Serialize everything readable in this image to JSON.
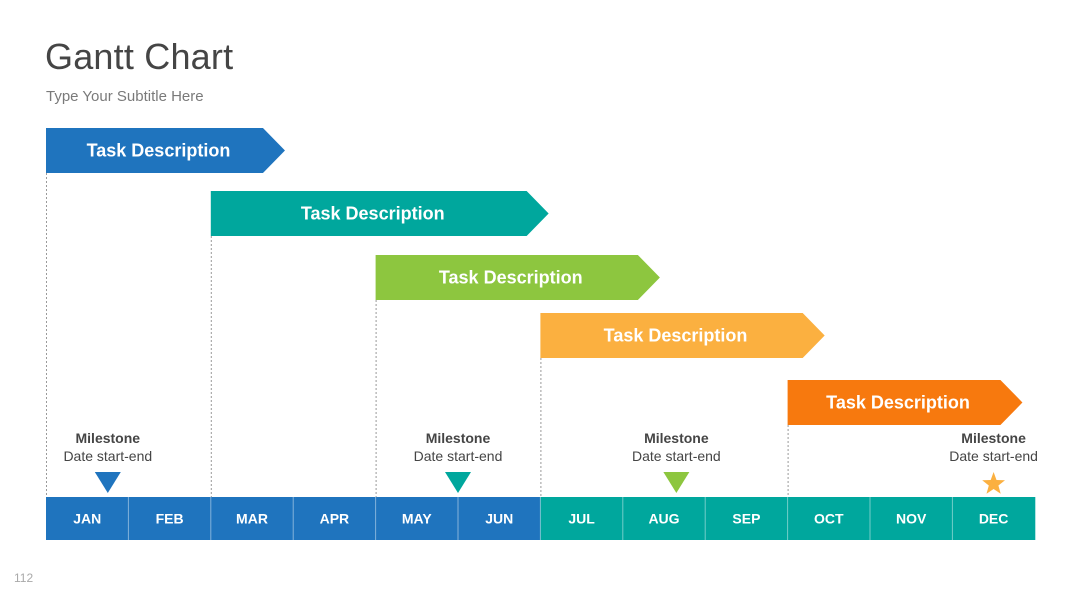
{
  "header": {
    "title": "Gantt Chart",
    "subtitle": "Type Your Subtitle Here",
    "page_number": "112"
  },
  "colors": {
    "blue": "#1f74be",
    "teal": "#00a79d",
    "green": "#8dc63f",
    "yellow": "#fbb040",
    "orange": "#f7790e",
    "dotted_line": "#9a9a9a",
    "text_dark": "#454545"
  },
  "chart_data": {
    "type": "gantt",
    "months": [
      "JAN",
      "FEB",
      "MAR",
      "APR",
      "MAY",
      "JUN",
      "JUL",
      "AUG",
      "SEP",
      "OCT",
      "NOV",
      "DEC"
    ],
    "month_colors": [
      "#1f74be",
      "#1f74be",
      "#1f74be",
      "#1f74be",
      "#1f74be",
      "#1f74be",
      "#00a79d",
      "#00a79d",
      "#00a79d",
      "#00a79d",
      "#00a79d",
      "#00a79d"
    ],
    "tasks": [
      {
        "label": "Task Description",
        "start": 0,
        "end": 2.9,
        "color": "#1f74be"
      },
      {
        "label": "Task Description",
        "start": 2,
        "end": 6.1,
        "color": "#00a79d"
      },
      {
        "label": "Task Description",
        "start": 4,
        "end": 7.45,
        "color": "#8dc63f"
      },
      {
        "label": "Task Description",
        "start": 6,
        "end": 9.45,
        "color": "#fbb040"
      },
      {
        "label": "Task Description",
        "start": 9,
        "end": 11.85,
        "color": "#f7790e"
      }
    ],
    "milestones": [
      {
        "title": "Milestone",
        "date": "Date start-end",
        "month_pos": 0.75,
        "marker": "triangle",
        "color": "#1f74be"
      },
      {
        "title": "Milestone",
        "date": "Date start-end",
        "month_pos": 5.0,
        "marker": "triangle",
        "color": "#00a79d"
      },
      {
        "title": "Milestone",
        "date": "Date start-end",
        "month_pos": 7.65,
        "marker": "triangle",
        "color": "#8dc63f"
      },
      {
        "title": "Milestone",
        "date": "Date start-end",
        "month_pos": 11.5,
        "marker": "star",
        "color": "#fbb040"
      }
    ]
  }
}
